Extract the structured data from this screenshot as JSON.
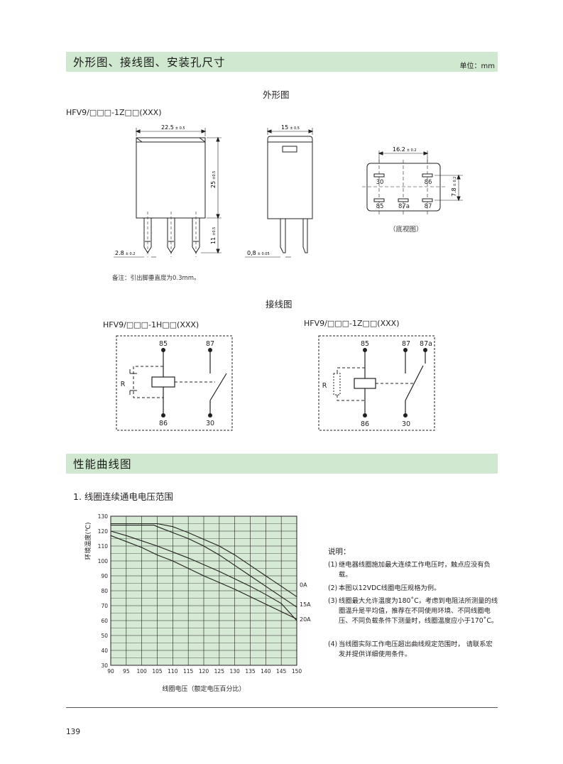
{
  "section1": {
    "title": "外形图、接线图、安装孔尺寸",
    "unit": "单位：mm"
  },
  "outline": {
    "heading": "外形图",
    "model": "HFV9/□□□-1Z□□(XXX)",
    "dim_width": "22.5",
    "dim_width_tol": "± 0.5",
    "dim_height": "25",
    "dim_height_tol": "±0.5",
    "dim_pin_len": "11",
    "dim_pin_len_tol": "±0.5",
    "dim_pin_w": "2.8",
    "dim_pin_w_tol": "± 0.2",
    "dim_depth": "15",
    "dim_depth_tol": "± 0.5",
    "dim_pin_t": "0,8",
    "dim_pin_t_tol": "± 0.05",
    "dim_pitch_x": "16.2",
    "dim_pitch_x_tol": "± 0.2",
    "dim_pitch_y": "7.8",
    "dim_pitch_y_tol": "± 0.2",
    "pins_top": [
      "30",
      "86"
    ],
    "pins_bottom": [
      "85",
      "87a",
      "87"
    ],
    "bottom_view": "（底视图）",
    "note": "备注：引出脚垂直度为0.3mm。"
  },
  "wiring": {
    "heading": "接线图",
    "left_model": "HFV9/□□□-1H□□(XXX)",
    "right_model": "HFV9/□□□-1Z□□(XXX)",
    "left_labels": {
      "p85": "85",
      "p87": "87",
      "p86": "86",
      "p30": "30",
      "r": "R"
    },
    "right_labels": {
      "p85": "85",
      "p87": "87",
      "p87a": "87a",
      "p86": "86",
      "p30": "30",
      "r": "R"
    }
  },
  "section2": {
    "title": "性能曲线图"
  },
  "chart_heading": "1. 线圈连续通电电压范围",
  "chart_data": {
    "type": "line",
    "xlabel": "线圈电压（额定电压百分比）",
    "ylabel": "环境温度(℃)",
    "xlim": [
      90,
      150
    ],
    "ylim": [
      30,
      130
    ],
    "xticks": [
      "90",
      "95",
      "100",
      "105",
      "110",
      "115",
      "120",
      "125",
      "130",
      "135",
      "140",
      "145",
      "150"
    ],
    "yticks": [
      "30",
      "40",
      "50",
      "60",
      "70",
      "80",
      "90",
      "100",
      "110",
      "120",
      "130"
    ],
    "grid": true,
    "series": [
      {
        "name": "0A",
        "x": [
          90,
          105,
          110,
          115,
          120,
          125,
          130,
          135,
          140,
          145,
          150
        ],
        "y": [
          125,
          125,
          123,
          119,
          114.5,
          110,
          104,
          97,
          90,
          83,
          76
        ]
      },
      {
        "name": "15A",
        "x": [
          90,
          104,
          105,
          110,
          115,
          120,
          125,
          130,
          135,
          140,
          145,
          150
        ],
        "y": [
          124,
          124,
          123,
          119,
          115,
          110,
          104,
          97,
          90,
          83,
          76,
          69
        ]
      },
      {
        "name": "20A",
        "x": [
          90,
          95,
          100,
          105,
          110,
          115,
          120,
          125,
          130,
          135,
          140,
          145,
          150
        ],
        "y": [
          120,
          117,
          113.5,
          110,
          106,
          102,
          97.5,
          93,
          88,
          83,
          77.5,
          71.5,
          60
        ]
      },
      {
        "name": "",
        "x": [
          90,
          95,
          100,
          105,
          110,
          115,
          120,
          125,
          130,
          135,
          140,
          145,
          150
        ],
        "y": [
          117,
          113,
          109,
          104,
          100,
          95,
          90,
          85.5,
          81,
          76,
          71,
          66,
          61
        ]
      }
    ],
    "curve_labels": [
      "0A",
      "15A",
      "20A"
    ]
  },
  "notes": {
    "title": "说明：",
    "items": [
      {
        "num": "(1)",
        "text": "继电器线圈施加最大连续工作电压时，触点应没有负载。"
      },
      {
        "num": "(2)",
        "text": "本图以12VDC线圈电压规格为例。"
      },
      {
        "num": "(3)",
        "text": "线圈最大允许温度为180˚C，考虑到电阻法所测量的线圈温升是平均值，推荐在不同使用环境、不同线圈电压、不同负载条件下测量时，线圈温度应小于170˚C。"
      },
      {
        "num": "(4)",
        "text": "当线圈实际工作电压超出曲线规定范围时， 请联系宏发并提供详细使用条件。"
      }
    ]
  },
  "page_number": "139"
}
